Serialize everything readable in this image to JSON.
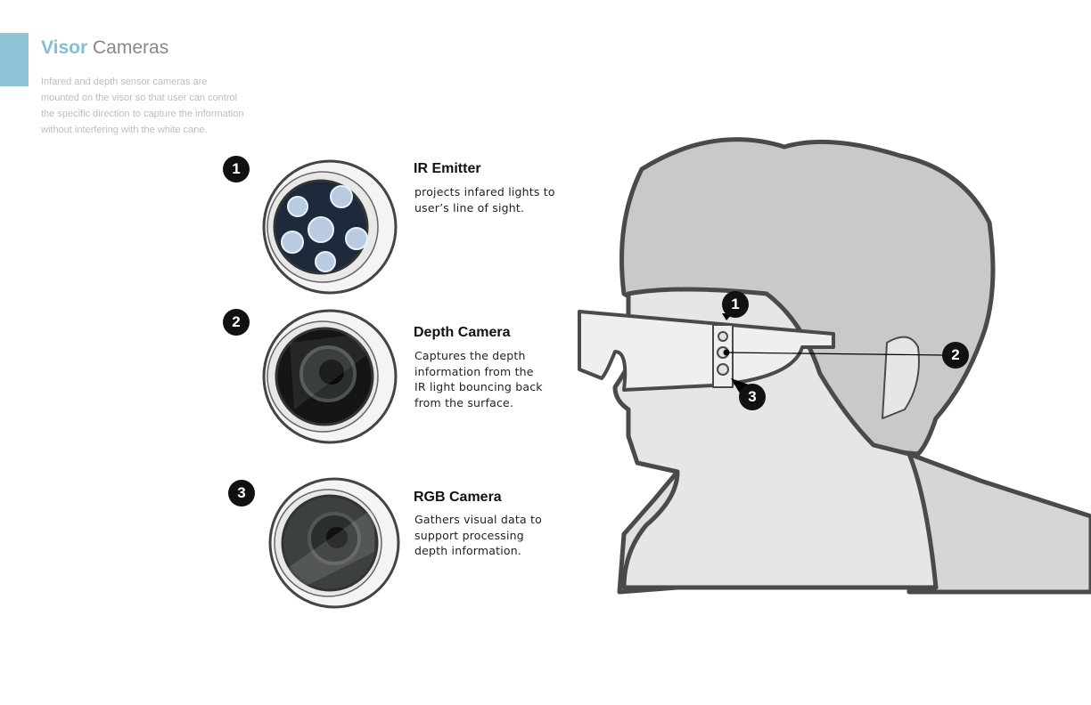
{
  "header": {
    "title_highlight": "Visor",
    "title_rest": "Cameras",
    "intro": "Infared and depth sensor cameras are mounted on the visor so that user can control the specific direction to capture the information without interfering with the white cane."
  },
  "features": [
    {
      "number": "1",
      "title": "IR Emitter",
      "body": "projects infared lights to user’s line of sight."
    },
    {
      "number": "2",
      "title": "Depth Camera",
      "body": "Captures the depth information from the IR light bouncing back from the surface."
    },
    {
      "number": "3",
      "title": "RGB Camera",
      "body": "Gathers visual data to support processing depth information."
    }
  ],
  "callouts": [
    "1",
    "2",
    "3"
  ],
  "colors": {
    "accent": "#8ec6d8",
    "outline": "#4a4a4a",
    "hair": "#c8c8c8",
    "skin": "#e6e6e6"
  }
}
